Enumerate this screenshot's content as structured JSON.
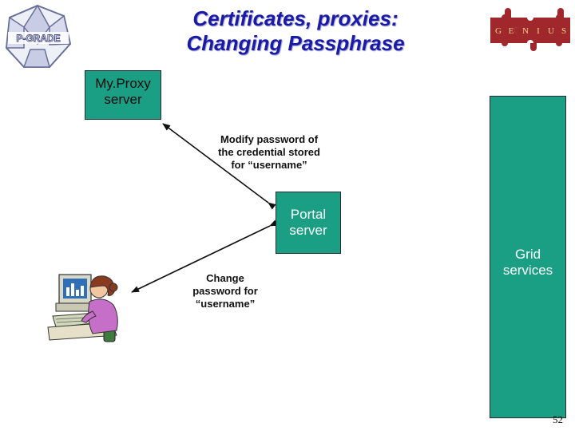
{
  "slide": {
    "title_line1": "Certificates, proxies:",
    "title_line2": "Changing Passphrase",
    "page_number": "52"
  },
  "logos": {
    "left": {
      "text": "P-GRADE"
    },
    "right": {
      "letters": [
        "G",
        "E",
        "N",
        "I",
        "U",
        "S"
      ]
    }
  },
  "nodes": {
    "myproxy": {
      "line1": "My.Proxy",
      "line2": "server"
    },
    "portal": {
      "line1": "Portal",
      "line2": "server"
    },
    "grid": {
      "line1": "Grid",
      "line2": "services"
    }
  },
  "notes": {
    "modify": [
      "Modify password of",
      "the credential stored",
      "for “username”"
    ],
    "change": [
      "Change",
      "password for",
      "“username”"
    ]
  },
  "colors": {
    "box_fill": "#1a9f85",
    "title": "#1a1aa8",
    "puzzle_red": "#a0282d"
  },
  "icons": {
    "user": "person-at-computer-icon",
    "logo_left": "p-grade-logo",
    "logo_right": "puzzle-logo"
  }
}
